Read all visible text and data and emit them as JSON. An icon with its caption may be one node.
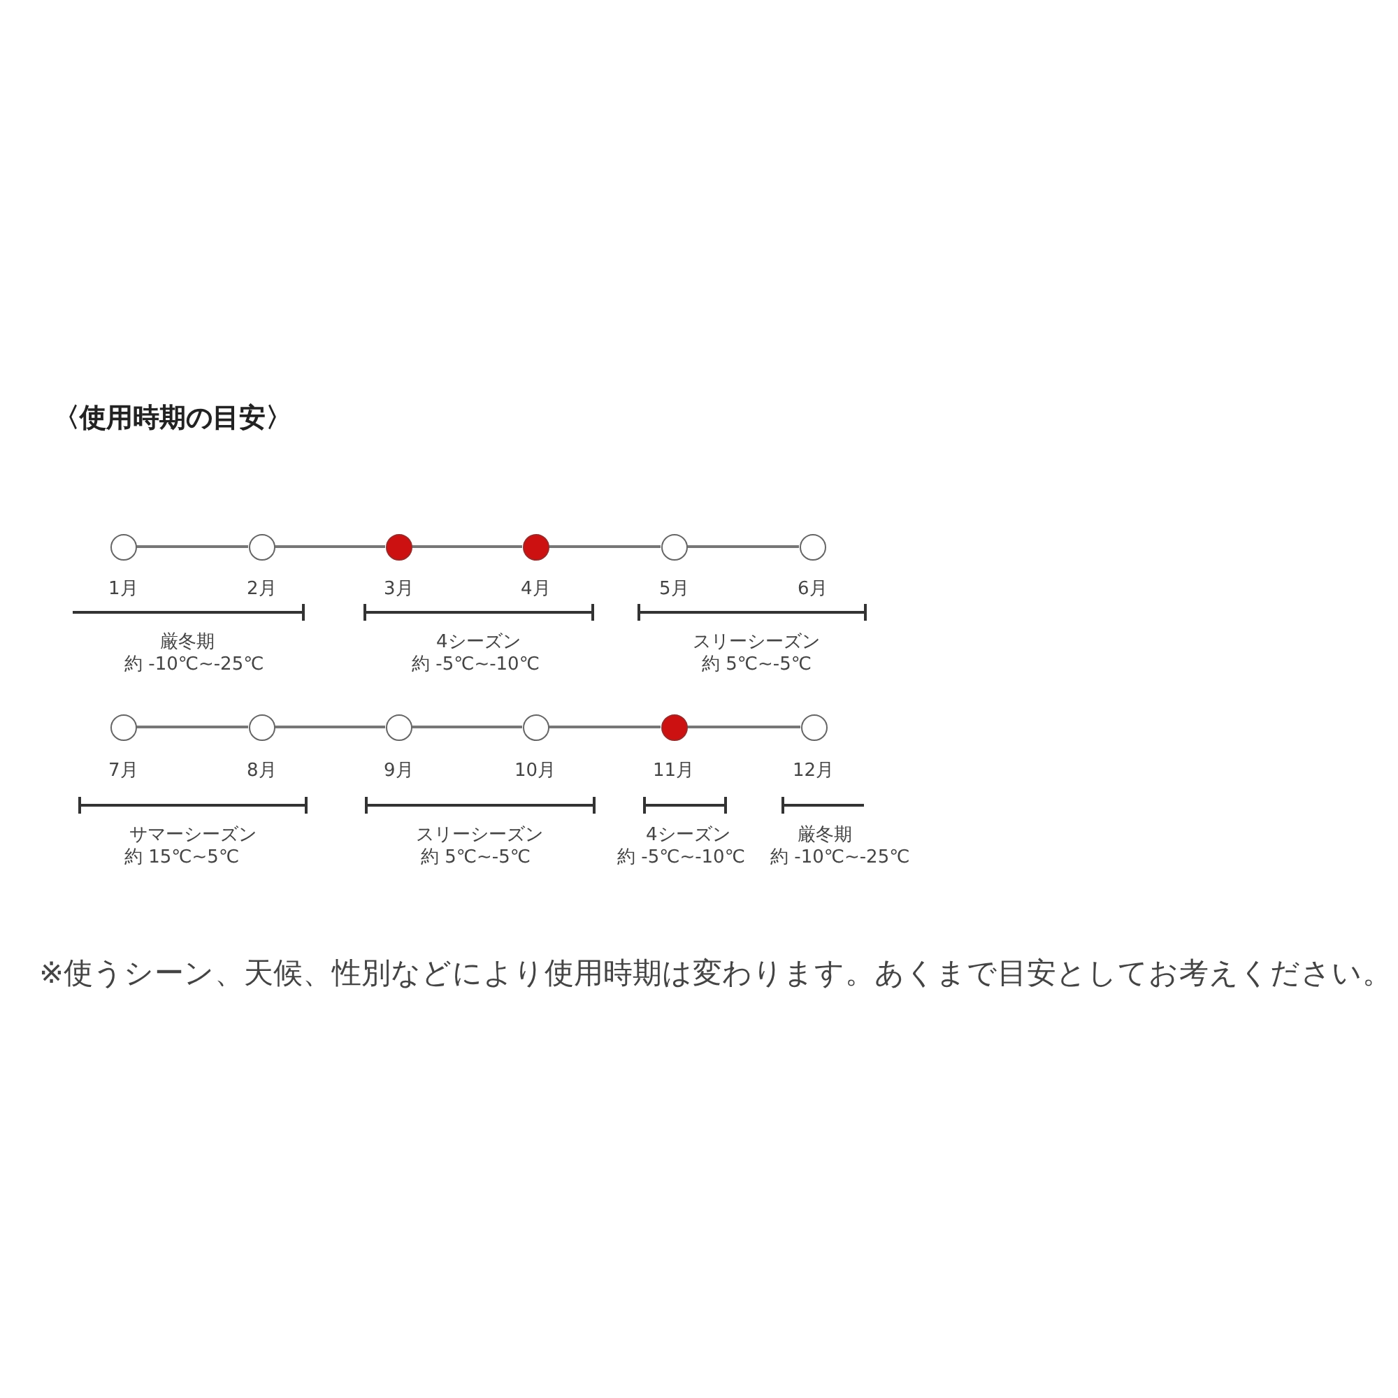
{
  "diagram": {
    "title": "〈使用時期の目安〉",
    "nodes": [
      {
        "text": [],
        "shape": "circle",
        "beside": [
          "1月"
        ]
      },
      {
        "text": [],
        "shape": "circle",
        "beside": [
          "2月"
        ]
      },
      {
        "text": [],
        "shape": "circle",
        "beside": [
          "3月"
        ]
      },
      {
        "text": [],
        "shape": "circle",
        "beside": [
          "4月"
        ]
      },
      {
        "text": [],
        "shape": "circle",
        "beside": [
          "5月"
        ]
      },
      {
        "text": [],
        "shape": "circle",
        "beside": [
          "6月"
        ]
      },
      {
        "text": [],
        "shape": "circle",
        "beside": [
          "7月"
        ]
      },
      {
        "text": [],
        "shape": "circle",
        "beside": [
          "8月"
        ]
      },
      {
        "text": [],
        "shape": "circle",
        "beside": [
          "9月"
        ]
      },
      {
        "text": [],
        "shape": "circle",
        "beside": [
          "10月"
        ]
      },
      {
        "text": [],
        "shape": "circle",
        "beside": [
          "11月"
        ]
      },
      {
        "text": [],
        "shape": "circle",
        "beside": [
          "12月"
        ]
      }
    ],
    "edges": [
      {
        "from": 0,
        "to": 1,
        "arrow": "none"
      },
      {
        "from": 1,
        "to": 2,
        "arrow": "none"
      },
      {
        "from": 2,
        "to": 3,
        "arrow": "none"
      },
      {
        "from": 3,
        "to": 4,
        "arrow": "none"
      },
      {
        "from": 4,
        "to": 5,
        "arrow": "none"
      },
      {
        "from": 6,
        "to": 7,
        "arrow": "none"
      },
      {
        "from": 7,
        "to": 8,
        "arrow": "none"
      },
      {
        "from": 8,
        "to": 9,
        "arrow": "none"
      },
      {
        "from": 9,
        "to": 10,
        "arrow": "none"
      },
      {
        "from": 10,
        "to": 11,
        "arrow": "none"
      }
    ],
    "labels": [
      "厳冬期",
      "約 -10℃~-25℃",
      "4シーズン",
      "約 -5℃~-10℃",
      "スリーシーズン",
      "約 5℃~-5℃",
      "サマーシーズン",
      "約 15℃~5℃",
      "スリーシーズン",
      "約 5℃~-5℃",
      "4シーズン",
      "約 -5℃~-10℃",
      "厳冬期",
      "約 -10℃~-25℃"
    ],
    "caption": "※使うシーン、天候、性別などにより使用時期は変わります。あくまで目安としてお考えください。"
  }
}
